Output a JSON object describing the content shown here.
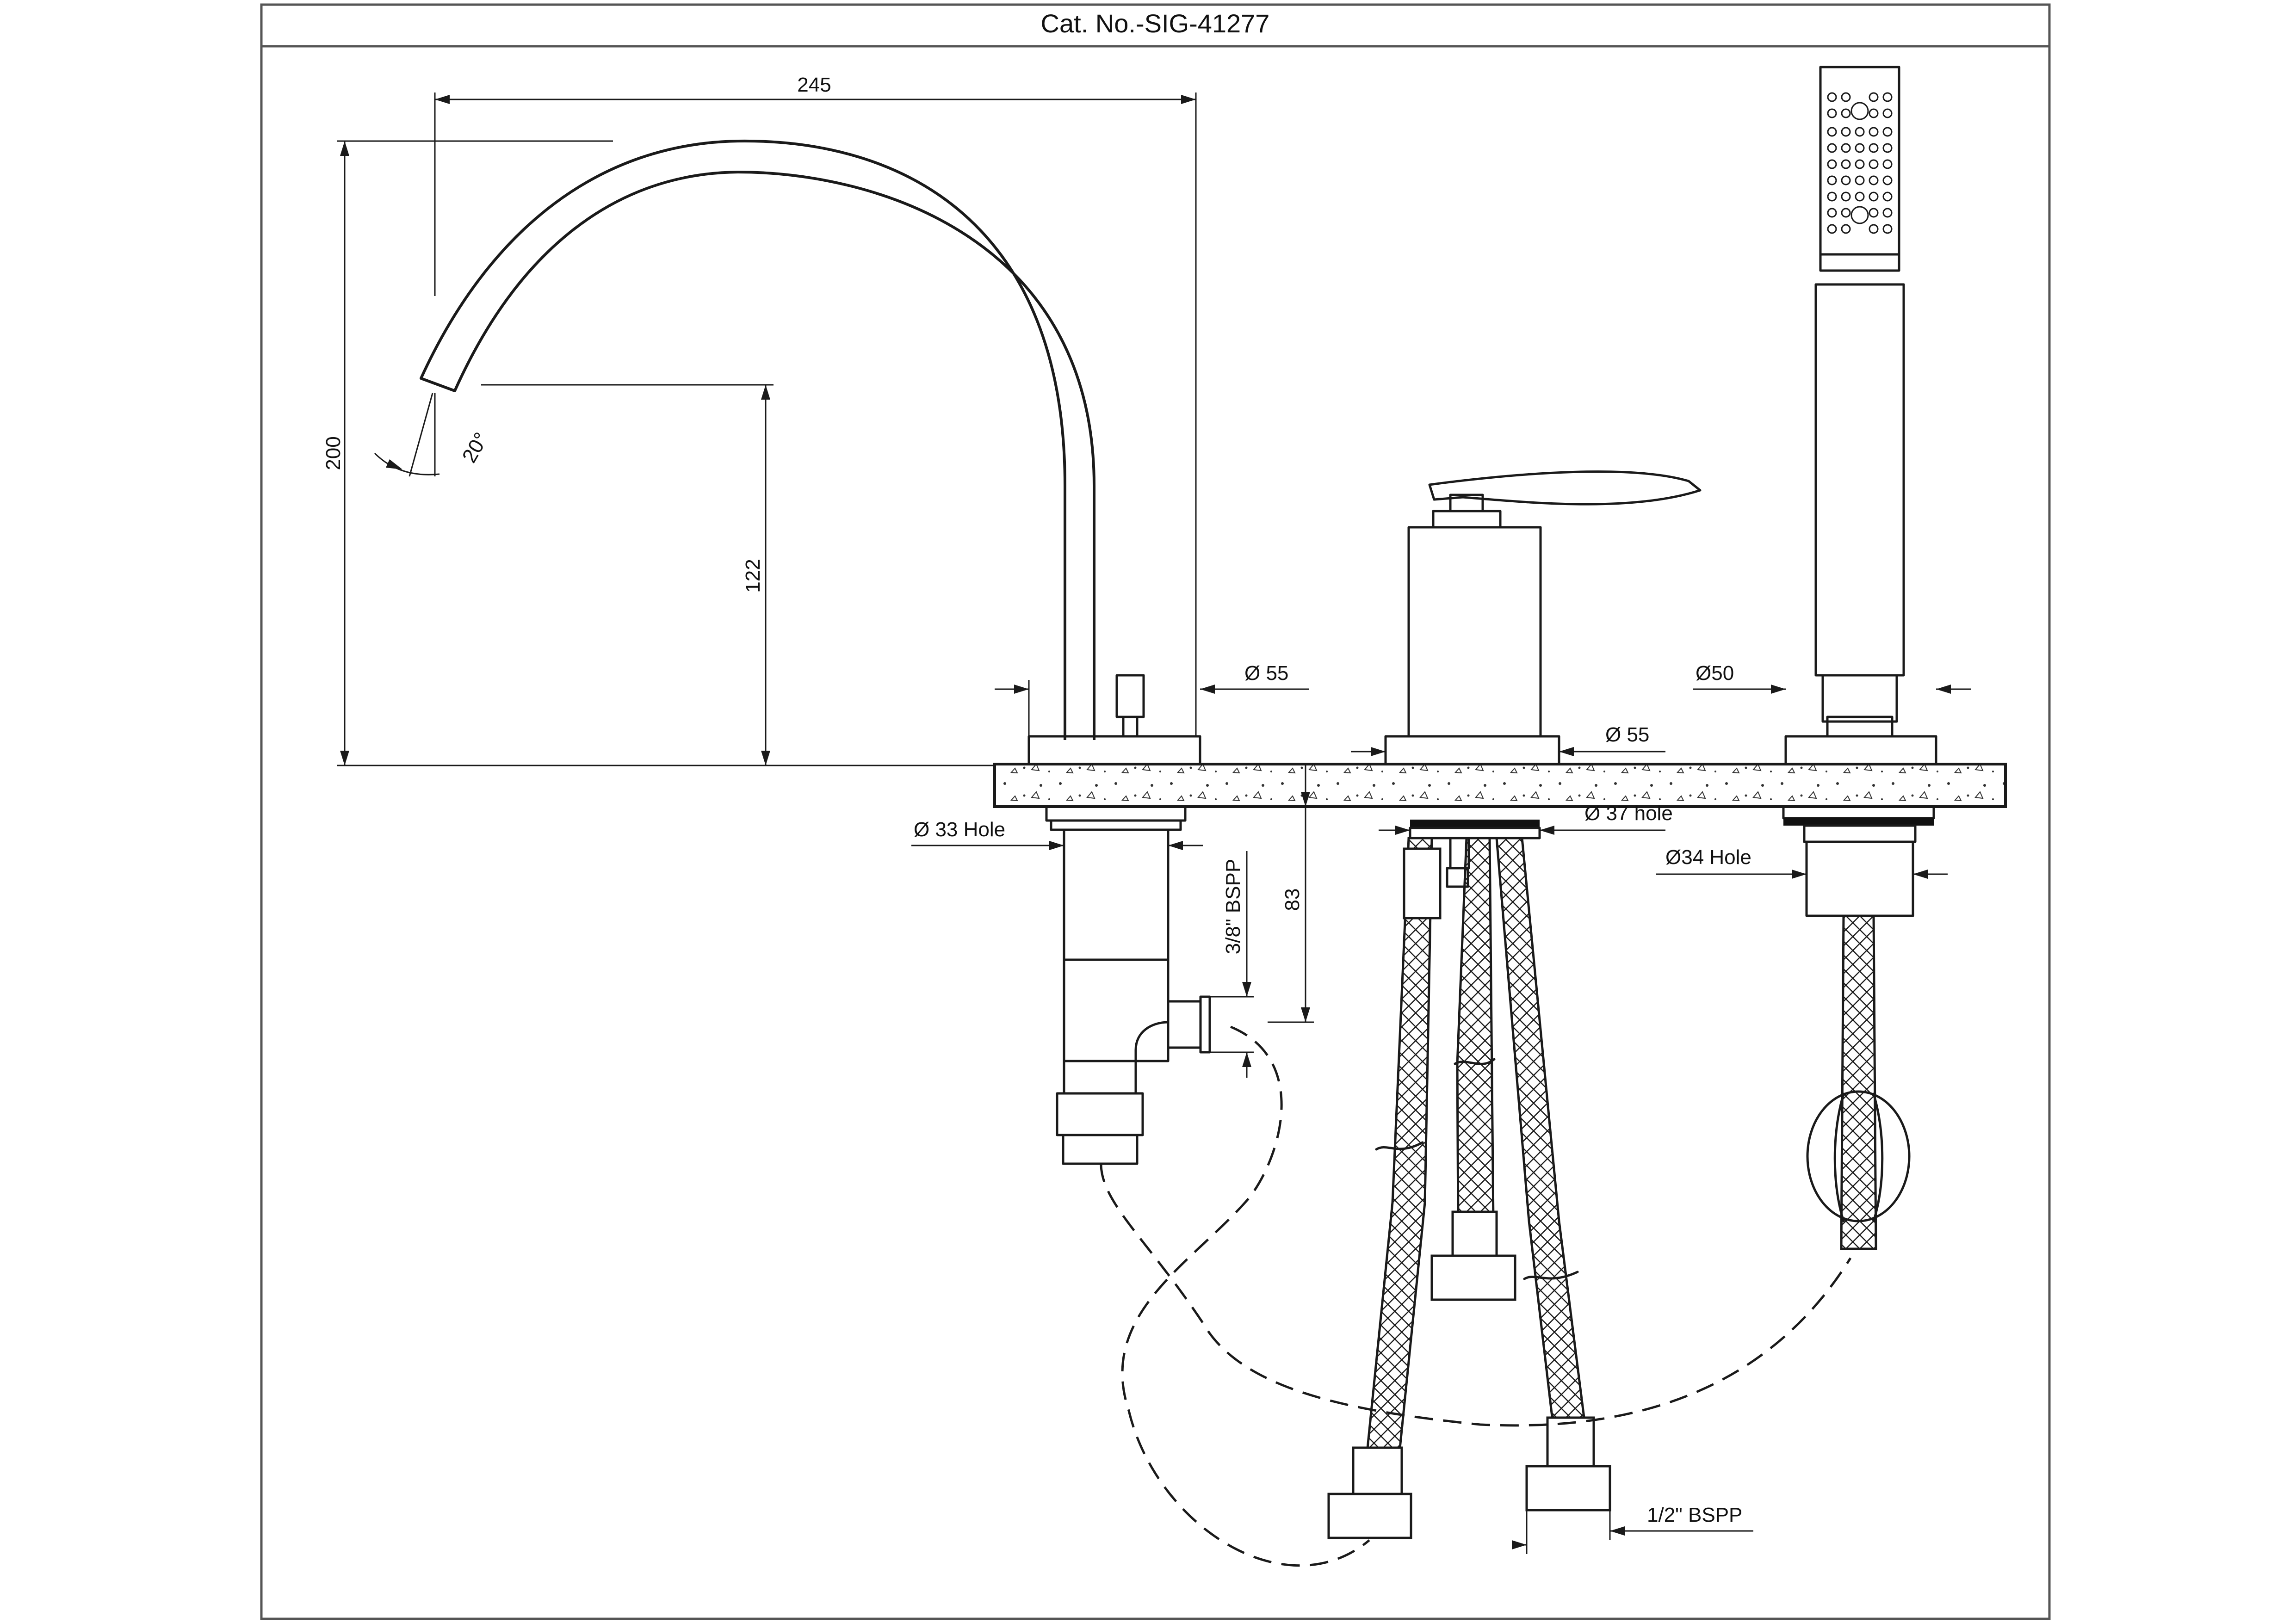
{
  "header": {
    "title": "Cat. No.-SIG-41277"
  },
  "dimensions": {
    "spout_reach": "245",
    "total_height": "200",
    "spout_height": "122",
    "spout_angle": "20°",
    "spout_base_dia": "Ø 55",
    "handle_base_dia": "Ø 55",
    "shower_base_dia": "Ø50",
    "spout_hole": "Ø 33 Hole",
    "handle_hole": "Ø 37 hole",
    "shower_hole": "Ø34 Hole",
    "outlet_thread": "3/8\" BSPP",
    "shank_length": "83",
    "hose_thread": "1/2\" BSPP"
  },
  "icons": {
    "drawing": "faucet-technical-drawing"
  },
  "colors": {
    "line": "#1a1a1a",
    "background": "#ffffff"
  }
}
